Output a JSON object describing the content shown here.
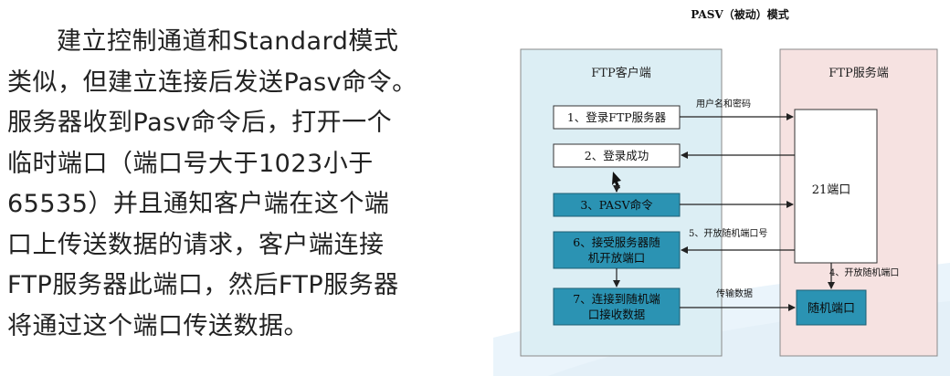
{
  "paragraph": {
    "lines": [
      "建立控制通道和Standard模式",
      "类似，但建立连接后发送Pasv命令。",
      "服务器收到Pasv命令后，打开一个",
      "临时端口（端口号大于1023小于",
      "65535）并且通知客户端在这个端",
      "口上传送数据的请求，客户端连接",
      "FTP服务器此端口，然后FTP服务器",
      "将通过这个端口传送数据。"
    ]
  },
  "diagram": {
    "title": "PASV（被动）模式",
    "client_panel": {
      "title": "FTP客户端",
      "steps": [
        "1、登录FTP服务器",
        "2、登录成功",
        "3、PASV命令",
        [
          "6、接受服务器随",
          "机开放端口"
        ],
        [
          "7、连接到随机端",
          "口接收数据"
        ]
      ]
    },
    "server_panel": {
      "title": "FTP服务端",
      "port21": "21端口",
      "random_port": "随机端口"
    },
    "arrow_labels": {
      "credentials": "用户名和密码",
      "send_port": "5、开放随机端口号",
      "open_port": "4、开放随机端口",
      "transfer": "传输数据"
    },
    "colors": {
      "client_panel": "#dceef4",
      "server_panel": "#f6e2e1",
      "active_box": "#2b93b3",
      "panel_border": "#8a8a8a"
    }
  }
}
